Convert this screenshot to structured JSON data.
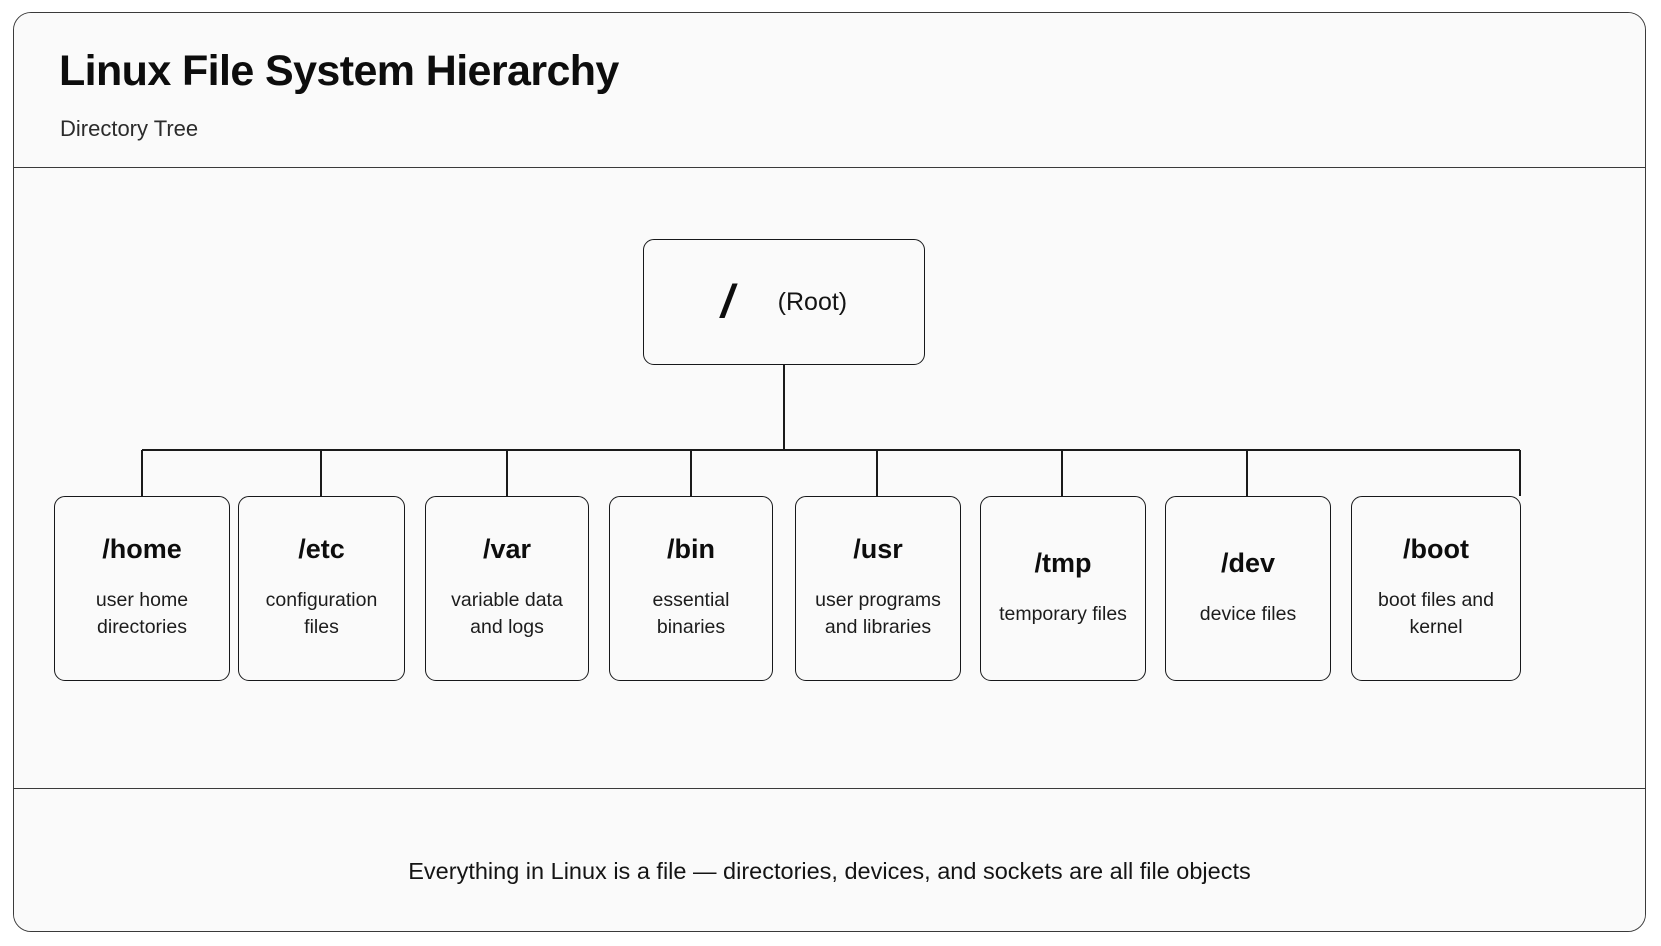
{
  "header": {
    "title": "Linux File System Hierarchy",
    "subtitle": "Directory Tree"
  },
  "diagram": {
    "root": {
      "symbol": "/",
      "label": "(Root)"
    },
    "children": [
      {
        "name": "/home",
        "desc": "user home directories"
      },
      {
        "name": "/etc",
        "desc": "configuration files"
      },
      {
        "name": "/var",
        "desc": "variable data and logs"
      },
      {
        "name": "/bin",
        "desc": "essential binaries"
      },
      {
        "name": "/usr",
        "desc": "user programs and libraries"
      },
      {
        "name": "/tmp",
        "desc": "temporary files"
      },
      {
        "name": "/dev",
        "desc": "device files"
      },
      {
        "name": "/boot",
        "desc": "boot files and kernel"
      }
    ]
  },
  "footer": {
    "text": "Everything in Linux is a file — directories, devices, and sockets are all file objects"
  },
  "colors": {
    "card_background": "#fafafa",
    "page_background": "#ffffff",
    "border": "#3a3a3a",
    "node_border": "#17181a",
    "text_primary": "#0d0d0d",
    "text_secondary": "#2b2b2b",
    "connector": "#1a1a1a"
  }
}
